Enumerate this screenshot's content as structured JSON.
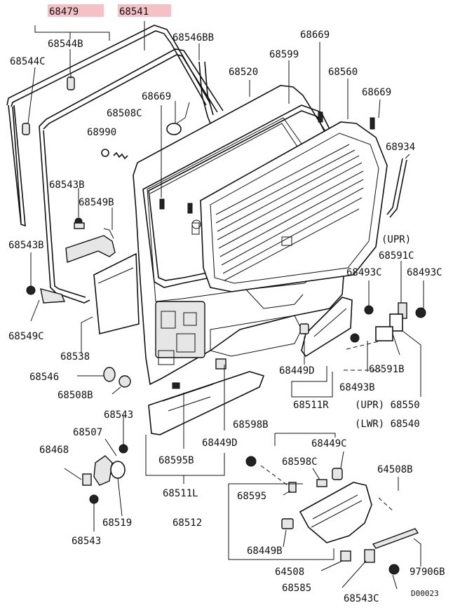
{
  "highlight_color": "#f4c2c6",
  "line_color": "#111111",
  "labels": {
    "p68479": "68479",
    "p68541": "68541",
    "p68544B": "68544B",
    "p68544C": "68544C",
    "p68546BB": "68546BB",
    "p68669_top": "68669",
    "p68599": "68599",
    "p68520": "68520",
    "p68560": "68560",
    "p68669_mid": "68669",
    "p68669_right": "68669",
    "p68508C": "68508C",
    "p68990": "68990",
    "p68934": "68934",
    "p68543B_top": "68543B",
    "p68549B": "68549B",
    "p68543B_left": "68543B",
    "upr_top": "(UPR)",
    "p68591C": "68591C",
    "p68493C_l": "68493C",
    "p68493C_r": "68493C",
    "p68549C": "68549C",
    "p68538": "68538",
    "p68449D_r": "68449D",
    "p68591B": "68591B",
    "p68546": "68546",
    "p68508B": "68508B",
    "p68493B": "68493B",
    "p68511R": "68511R",
    "upr_68550": "(UPR) 68550",
    "lwr_68540": "(LWR) 68540",
    "p68543_top": "68543",
    "p68507": "68507",
    "p68598B": "68598B",
    "p68449D_l": "68449D",
    "p68449C": "68449C",
    "p68468": "68468",
    "p68595B": "68595B",
    "p68598C": "68598C",
    "p64508B": "64508B",
    "p68511L": "68511L",
    "p68595": "68595",
    "p68512": "68512",
    "p68519": "68519",
    "p68543_bot": "68543",
    "p68449B": "68449B",
    "p64508": "64508",
    "p97906B": "97906B",
    "p68585": "68585",
    "p68543C": "68543C",
    "code": "D00023"
  }
}
